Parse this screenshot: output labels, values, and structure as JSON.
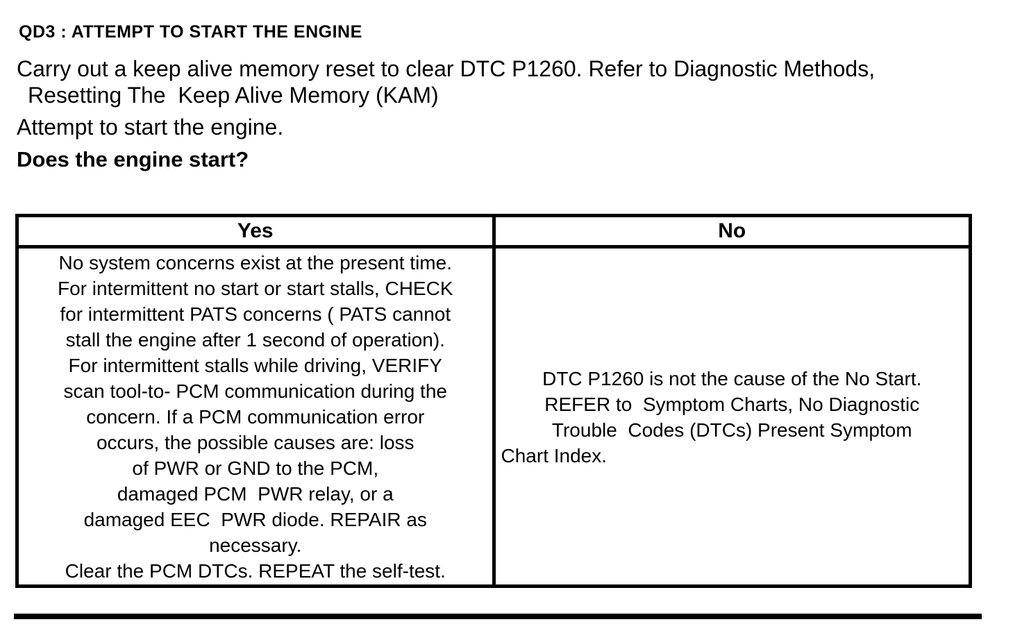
{
  "title": "QD3 : ATTEMPT TO START THE ENGINE",
  "instructions": {
    "kam_reset_line1": "Carry out a keep alive memory reset to clear DTC P1260. Refer to Diagnostic Methods,",
    "kam_reset_line2": "Resetting The  Keep Alive Memory (KAM)",
    "attempt_start": "Attempt to start the engine.",
    "question": "Does the engine start?"
  },
  "table": {
    "headers": [
      "Yes",
      "No"
    ],
    "yes_lines": [
      "No system concerns exist at the present time.",
      "For intermittent no start or start stalls, CHECK",
      "for intermittent PATS concerns ( PATS cannot",
      "stall the engine after 1 second of operation).",
      "For intermittent stalls while driving, VERIFY",
      "scan tool-to- PCM communication during the",
      "concern. If a PCM communication error",
      "occurs, the possible causes are: loss",
      "of PWR or GND to the PCM,",
      "damaged PCM  PWR relay, or a",
      "damaged EEC  PWR diode. REPAIR as",
      "necessary.",
      "Clear the PCM DTCs. REPEAT the self-test."
    ],
    "no_lines": [
      "DTC P1260 is not the cause of the No Start.",
      "REFER to  Symptom Charts, No Diagnostic",
      "Trouble  Codes (DTCs) Present Symptom",
      "Chart Index."
    ]
  },
  "colors": {
    "text": "#000000",
    "background": "#ffffff",
    "border": "#000000"
  }
}
